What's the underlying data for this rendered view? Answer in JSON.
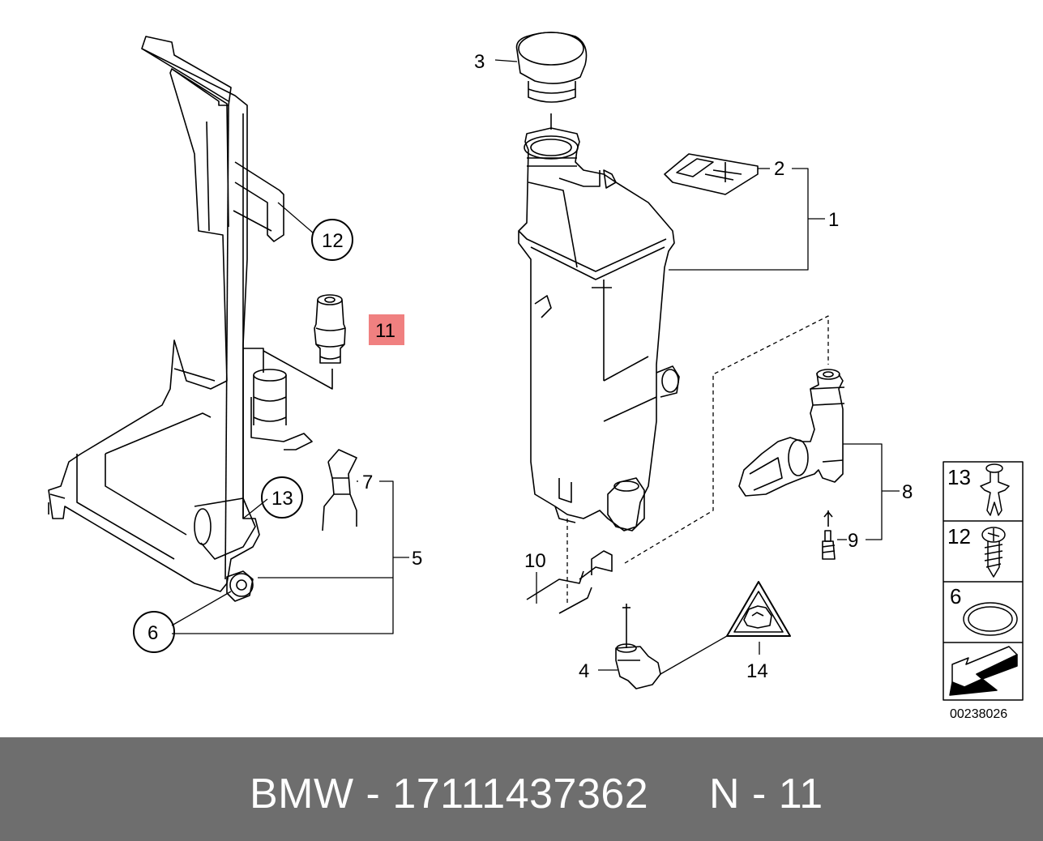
{
  "diagram": {
    "callouts": {
      "c1": "1",
      "c2": "2",
      "c3": "3",
      "c4": "4",
      "c5": "5",
      "c6": "6",
      "c7": "7",
      "c8": "8",
      "c9": "9",
      "c10": "10",
      "c11": "11",
      "c12": "12",
      "c13": "13",
      "c14": "14"
    },
    "highlight_color": "#f08080",
    "legend": {
      "items": [
        "13",
        "12",
        "6"
      ]
    },
    "image_code": "00238026"
  },
  "footer": {
    "brand": "BMW",
    "separator": "-",
    "part_number": "17111437362",
    "ref_label": "N - 11",
    "background": "#6e6e6e"
  }
}
